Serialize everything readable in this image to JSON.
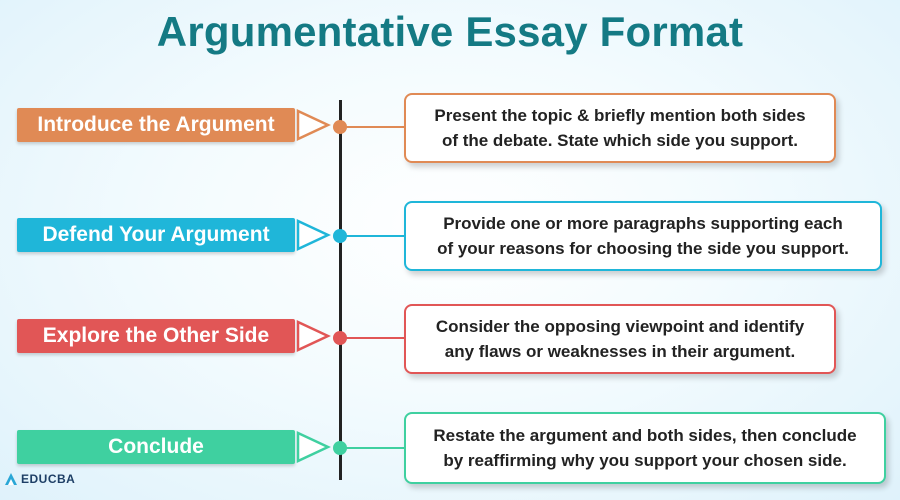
{
  "title": "Argumentative Essay Format",
  "colors": {
    "title": "#147a84",
    "orange": "#e08a55",
    "cyan": "#1fb6d9",
    "red": "#e15656",
    "green": "#3fd0a0"
  },
  "steps": [
    {
      "label": "Introduce the Argument",
      "color": "#e08a55",
      "desc_line1": "Present the topic & briefly mention both sides",
      "desc_line2": "of the debate. State which side you support."
    },
    {
      "label": "Defend Your Argument",
      "color": "#1fb6d9",
      "desc_line1": "Provide one or more paragraphs supporting each",
      "desc_line2": "of your reasons for choosing the side you support."
    },
    {
      "label": "Explore the Other Side",
      "color": "#e15656",
      "desc_line1": "Consider the opposing viewpoint and identify",
      "desc_line2": "any flaws or weaknesses in their argument."
    },
    {
      "label": "Conclude",
      "color": "#3fd0a0",
      "desc_line1": "Restate the argument and both sides, then conclude",
      "desc_line2": "by reaffirming why you support your chosen side."
    }
  ],
  "logo": {
    "text": "EDUCBA",
    "icon": "educba-triangle-icon"
  }
}
